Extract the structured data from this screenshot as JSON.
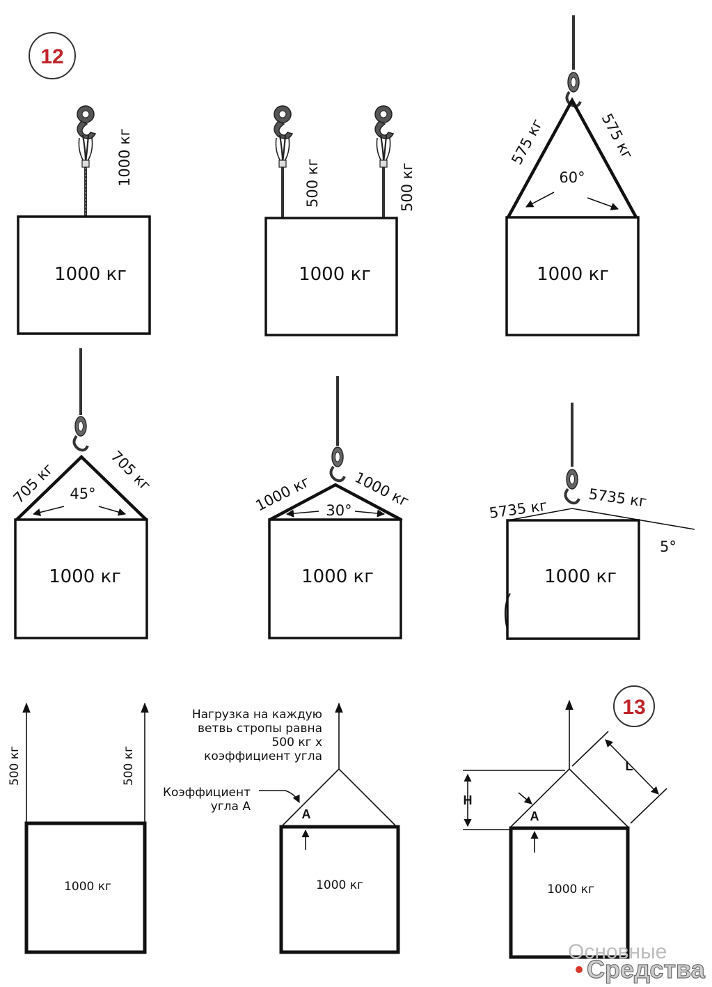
{
  "badges": {
    "fig12": "12",
    "fig13": "13"
  },
  "panels": {
    "p1": {
      "load": "1000 кг",
      "sling": "1000 кг"
    },
    "p2": {
      "load": "1000 кг",
      "sling_left": "500 кг",
      "sling_right": "500 кг"
    },
    "p3": {
      "load": "1000 кг",
      "sling_left": "575 кг",
      "sling_right": "575 кг",
      "angle": "60°"
    },
    "p4": {
      "load": "1000 кг",
      "sling_left": "705 кг",
      "sling_right": "705 кг",
      "angle": "45°"
    },
    "p5": {
      "load": "1000 кг",
      "sling_left": "1000 кг",
      "sling_right": "1000 кг",
      "angle": "30°"
    },
    "p6": {
      "load": "1000 кг",
      "sling_left": "5735 кг",
      "sling_right": "5735 кг",
      "angle": "5°"
    },
    "p7": {
      "load": "1000 кг",
      "force_left": "500 кг",
      "force_right": "500 кг"
    },
    "p8": {
      "load": "1000 кг",
      "note_lines": [
        "Нагрузка на каждую",
        "ветвь стропы равна",
        "500 кг x",
        "коэффициент угла"
      ],
      "angle_note_lines": [
        "Коэффициент",
        "угла А"
      ],
      "angle_letter": "A"
    },
    "p9": {
      "load": "1000 кг",
      "angle_letter": "A",
      "height_letter": "H",
      "length_letter": "L"
    }
  },
  "watermark": {
    "line1": "Основные",
    "line2": "Средства"
  },
  "colors": {
    "badge": "#c0242a",
    "ink": "#111111",
    "watermark_dot": "#d9362b"
  }
}
